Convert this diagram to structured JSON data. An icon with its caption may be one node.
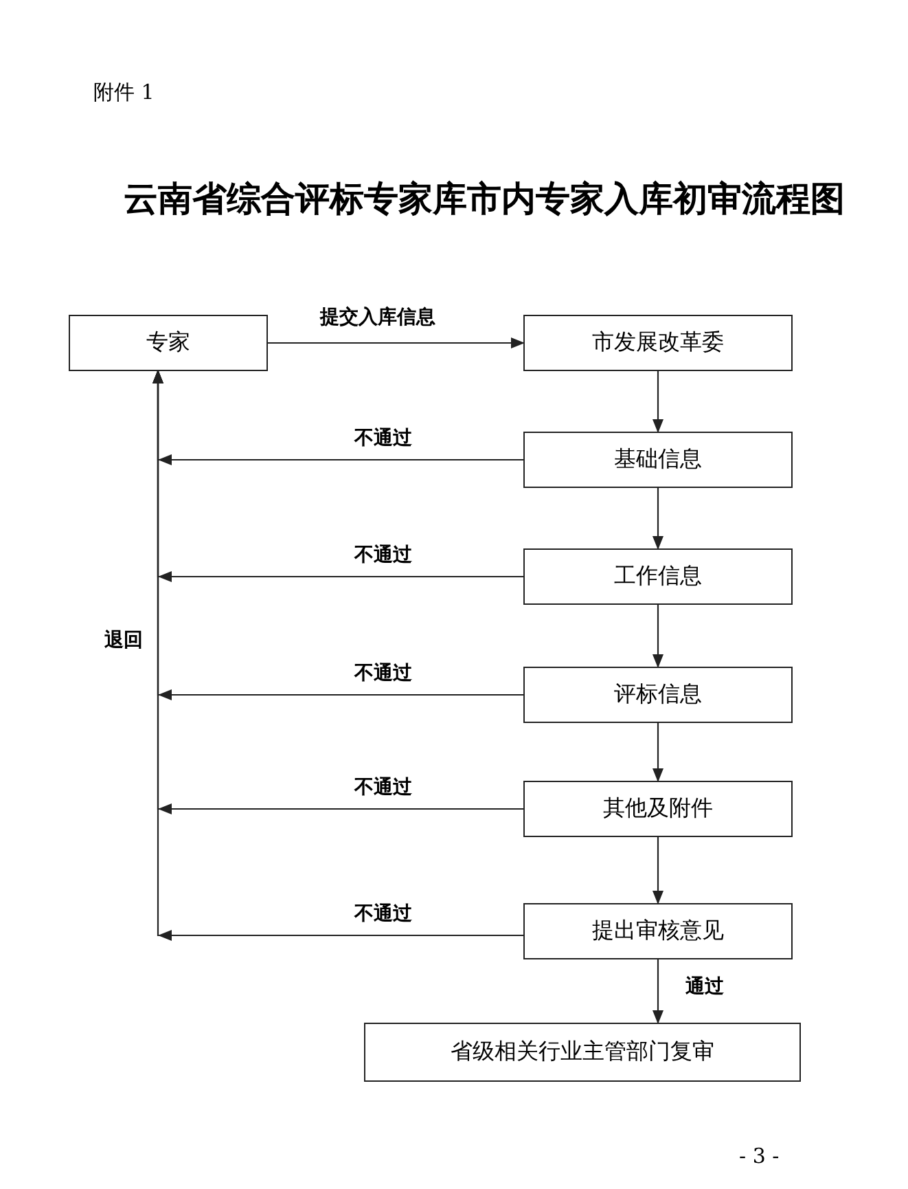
{
  "diagram": {
    "title": "云南省综合评标专家库市内专家入库初审流程图",
    "nodes": [
      {
        "text": [
          "专家"
        ]
      },
      {
        "text": [
          "市发展改革委"
        ]
      },
      {
        "text": [
          "基础信息"
        ]
      },
      {
        "text": [
          "工作信息"
        ]
      },
      {
        "text": [
          "评标信息"
        ]
      },
      {
        "text": [
          "其他及附件"
        ]
      },
      {
        "text": [
          "提出审核意见"
        ]
      },
      {
        "text": [
          "省级相关行业主管部门复审"
        ]
      }
    ],
    "edges": [
      {
        "from": 0,
        "to": 1,
        "arrow": "to",
        "label": "提交入库信息"
      },
      {
        "from": 1,
        "to": 2,
        "arrow": "to"
      },
      {
        "from": 2,
        "to": 3,
        "arrow": "to"
      },
      {
        "from": 3,
        "to": 4,
        "arrow": "to"
      },
      {
        "from": 4,
        "to": 5,
        "arrow": "to"
      },
      {
        "from": 5,
        "to": 6,
        "arrow": "to"
      },
      {
        "from": 6,
        "to": 7,
        "arrow": "to",
        "label": "通过"
      },
      {
        "from": 2,
        "to": 0,
        "arrow": "to",
        "label": "不通过"
      },
      {
        "from": 3,
        "to": 0,
        "arrow": "to",
        "label": "不通过"
      },
      {
        "from": 4,
        "to": 0,
        "arrow": "to",
        "label": "不通过"
      },
      {
        "from": 5,
        "to": 0,
        "arrow": "to",
        "label": "不通过"
      },
      {
        "from": 6,
        "to": 0,
        "arrow": "to",
        "label": "不通过"
      }
    ],
    "labels": [
      "附件 1",
      "退回",
      "- 3 -"
    ]
  }
}
